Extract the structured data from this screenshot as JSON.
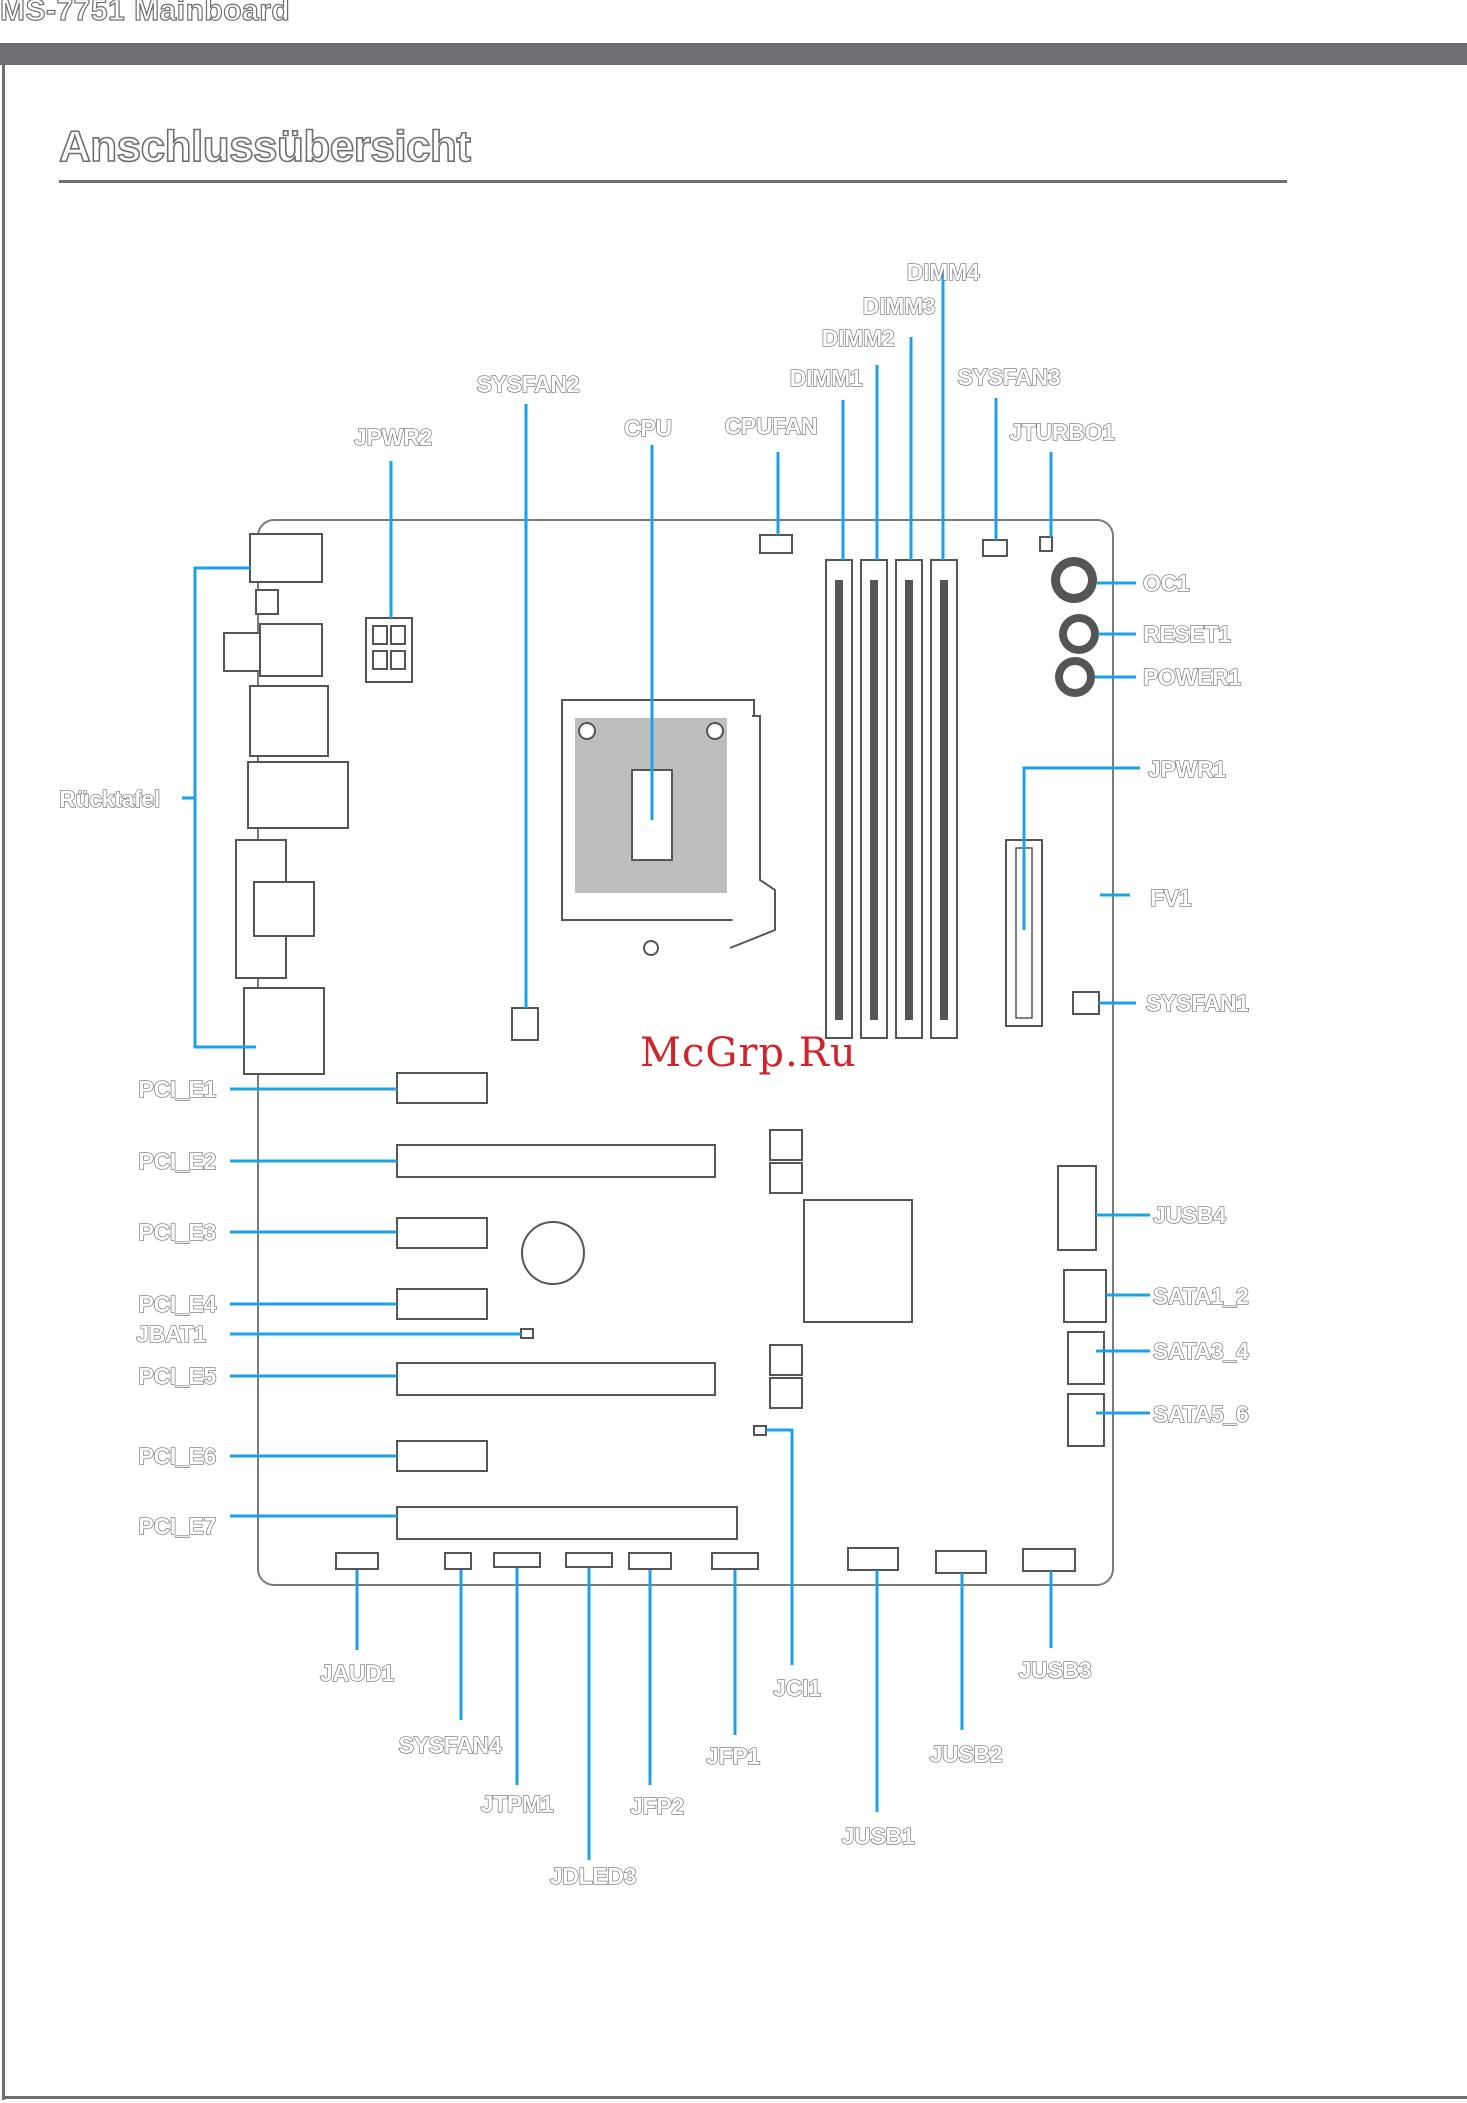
{
  "header": {
    "text": "MS-7751 Mainboard"
  },
  "title": "Anschlussübersicht",
  "watermark": "McGrp.Ru",
  "labels": {
    "dimm4": "DIMM4",
    "dimm3": "DIMM3",
    "dimm2": "DIMM2",
    "dimm1": "DIMM1",
    "sysfan3": "SYSFAN3",
    "sysfan2": "SYSFAN2",
    "jpwr2": "JPWR2",
    "cpu": "CPU",
    "cpufan": "CPUFAN",
    "jturbo1": "JTURBO1",
    "oc1": "OC1",
    "reset1": "RESET1",
    "power1": "POWER1",
    "jpwr1": "JPWR1",
    "fv1": "FV1",
    "sysfan1": "SYSFAN1",
    "ruecktafel": "Rücktafel",
    "pci_e1": "PCI_E1",
    "pci_e2": "PCI_E2",
    "pci_e3": "PCI_E3",
    "pci_e4": "PCI_E4",
    "jbat1": "JBAT1",
    "pci_e5": "PCI_E5",
    "pci_e6": "PCI_E6",
    "pci_e7": "PCI_E7",
    "jusb4": "JUSB4",
    "sata1_2": "SATA1_2",
    "sata3_4": "SATA3_4",
    "sata5_6": "SATA5_6",
    "jaud1": "JAUD1",
    "sysfan4": "SYSFAN4",
    "jtpm1": "JTPM1",
    "jdled3": "JDLED3",
    "jfp2": "JFP2",
    "jfp1": "JFP1",
    "jci1": "JCI1",
    "jusb1": "JUSB1",
    "jusb2": "JUSB2",
    "jusb3": "JUSB3"
  },
  "colors": {
    "leader": "#1ea0e6",
    "label_outline": "#6d6e71",
    "watermark": "#d0232a"
  }
}
